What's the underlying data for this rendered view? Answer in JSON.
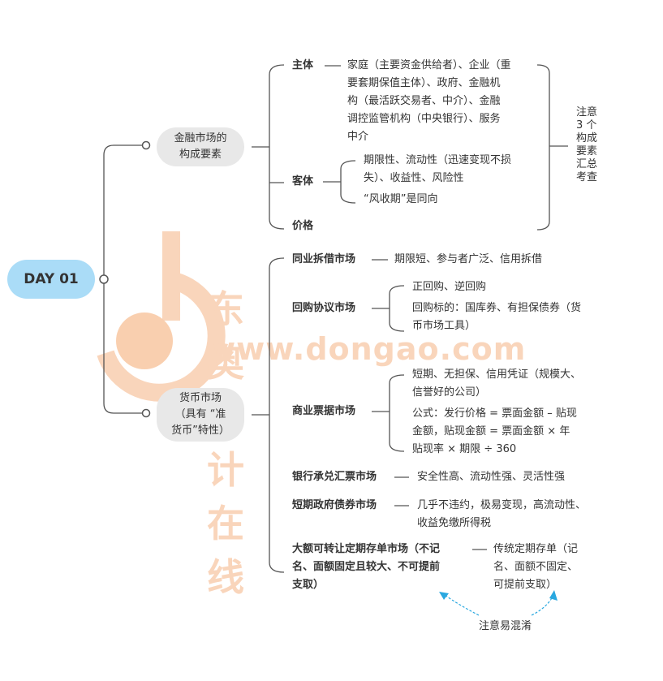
{
  "root": {
    "label": "DAY 01",
    "color": "#aadcf7"
  },
  "branches": [
    {
      "label": "金融市场的构成要素",
      "label_lines": [
        "金融市场的",
        "构成要素"
      ],
      "children": [
        {
          "label": "主体",
          "details": [
            "家庭（主要资金供给者）、企业（重要套期保值主体）、政府、金融机构（最活跃交易者、中介）、金融调控监管机构（中央银行）、服务中介"
          ],
          "detail_lines": [
            "家庭（主要资金供给者）、企业（重",
            "要套期保值主体）、政府、金融机",
            "构（最活跃交易者、中介）、金融",
            "调控监管机构（中央银行）、服务",
            "中介"
          ]
        },
        {
          "label": "客体",
          "details": [
            "期限性、流动性（迅速变现不损失）、收益性、风险性",
            "“风收期”是同向"
          ],
          "detail_lines": [
            "期限性、流动性（迅速变现不损",
            "失）、收益性、风险性",
            "“风收期”是同向"
          ]
        },
        {
          "label": "价格",
          "details": []
        }
      ],
      "summary_note": "注意3个构成要素汇总考查",
      "summary_lines": [
        "注意",
        "3 个",
        "构成",
        "要素",
        "汇总",
        "考查"
      ]
    },
    {
      "label": "货币市场（具有“准货币”特性）",
      "label_lines": [
        "货币市场",
        "（具有 “准",
        "货币”特性）"
      ],
      "children": [
        {
          "label": "同业拆借市场",
          "details": [
            "期限短、参与者广泛、信用拆借"
          ]
        },
        {
          "label": "回购协议市场",
          "details": [
            "正回购、逆回购",
            "回购标的：国库券、有担保债券（货币市场工具）"
          ],
          "detail_lines": [
            "正回购、逆回购",
            "回购标的：国库券、有担保债券（货",
            "币市场工具）"
          ]
        },
        {
          "label": "商业票据市场",
          "details": [
            "短期、无担保、信用凭证（规模大、信誉好的公司）",
            "公式：发行价格 = 票面金额 – 贴现金额，贴现金额 = 票面金额 × 年贴现率 × 期限 ÷ 360"
          ],
          "detail_lines": [
            "短期、无担保、信用凭证（规模大、",
            "信誉好的公司）",
            "公式：发行价格 = 票面金额 – 贴现",
            "金额，贴现金额 = 票面金额 × 年",
            "贴现率 × 期限 ÷ 360"
          ]
        },
        {
          "label": "银行承兑汇票市场",
          "details": [
            "安全性高、流动性强、灵活性强"
          ]
        },
        {
          "label": "短期政府债券市场",
          "details": [
            "几乎不违约，极易变现，高流动性、收益免缴所得税"
          ],
          "detail_lines": [
            "几乎不违约，极易变现，高流动性、",
            "收益免缴所得税"
          ]
        },
        {
          "label": "大额可转让定期存单市场（不记名、面额固定且较大、不可提前支取）",
          "label_lines": [
            "大额可转让定期存单市场（不记",
            "名、面额固定且较大、不可提前",
            "支取）"
          ],
          "details": [
            "传统定期存单（记名、面额不固定、可提前支取）"
          ],
          "detail_lines": [
            "传统定期存单（记",
            "名、面额不固定、",
            "可提前支取）"
          ]
        }
      ],
      "callout": "注意易混淆"
    }
  ],
  "watermark": {
    "cn": "东奥会计在线",
    "url": "www.dongao.com",
    "color": "#f5b283"
  }
}
